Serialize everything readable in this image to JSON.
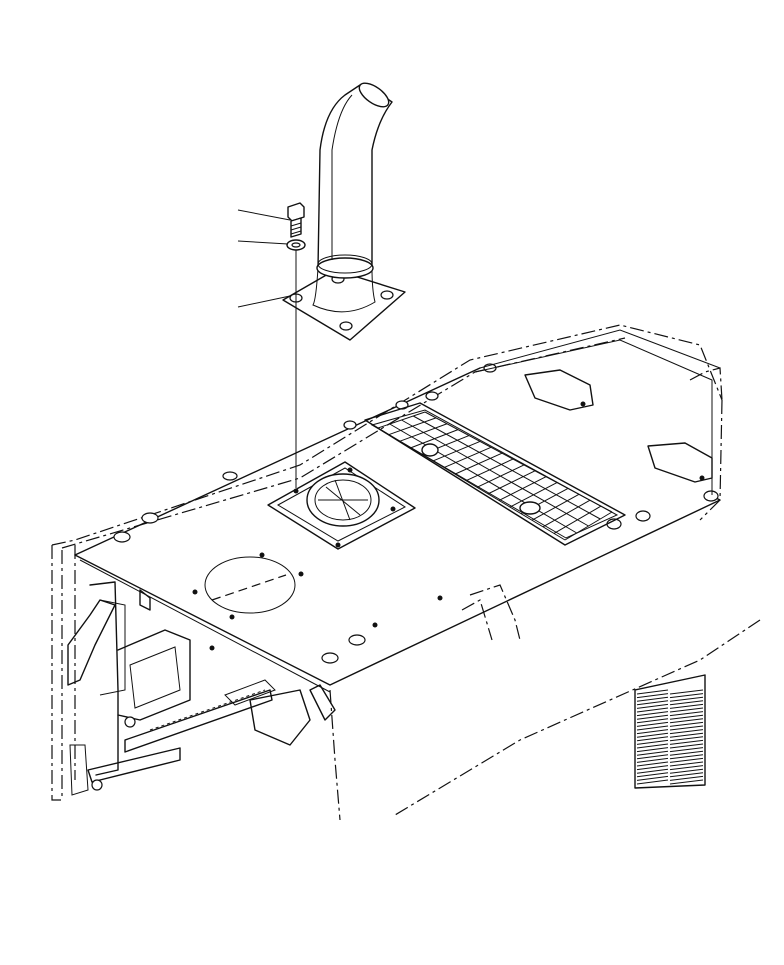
{
  "diagram": {
    "type": "exploded-parts-view",
    "callouts": [
      {
        "id": "callout-bolt",
        "label": ""
      },
      {
        "id": "callout-washer",
        "label": ""
      },
      {
        "id": "callout-exhaust-pipe",
        "label": ""
      }
    ]
  }
}
